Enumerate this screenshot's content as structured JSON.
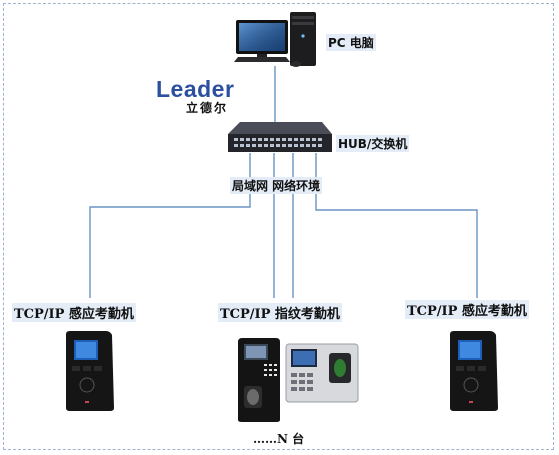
{
  "diagram": {
    "pc_label": "PC 电脑",
    "hub_label": "HUB/交换机",
    "lan_label": "局域网 网络环境",
    "logo": {
      "word": "Leader",
      "cn": "立德尔"
    },
    "devices": {
      "left": "TCP/IP 感应考勤机",
      "center": "TCP/IP 指纹考勤机",
      "right": "TCP/IP 感应考勤机"
    },
    "count_label": "……N 台"
  },
  "colors": {
    "line": "#6a94c4",
    "frame": "#9db3d1",
    "logo": "#2c4fa0",
    "label_bg": "#e3ecf7"
  },
  "icons": [
    "desktop-pc-icon",
    "network-switch-icon",
    "card-reader-icon",
    "fingerprint-terminal-icon"
  ]
}
